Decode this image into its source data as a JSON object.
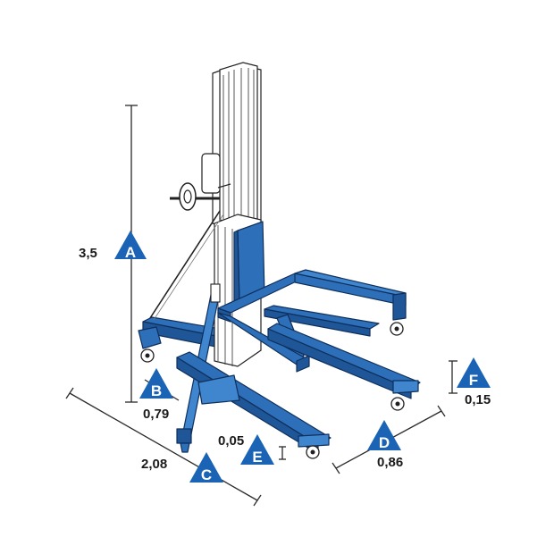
{
  "dimensions": {
    "A": {
      "letter": "A",
      "value": "3,5"
    },
    "B": {
      "letter": "B",
      "value": "0,79"
    },
    "C": {
      "letter": "C",
      "value": "2,08"
    },
    "D": {
      "letter": "D",
      "value": "0,86"
    },
    "E": {
      "letter": "E",
      "value": "0,05"
    },
    "F": {
      "letter": "F",
      "value": "0,15"
    }
  },
  "colors": {
    "badge": "#1b64b5",
    "frame": "#2d6fb8",
    "frame_outline": "#0f2f5c",
    "mast": "#ffffff",
    "line": "#2a2a2a"
  }
}
